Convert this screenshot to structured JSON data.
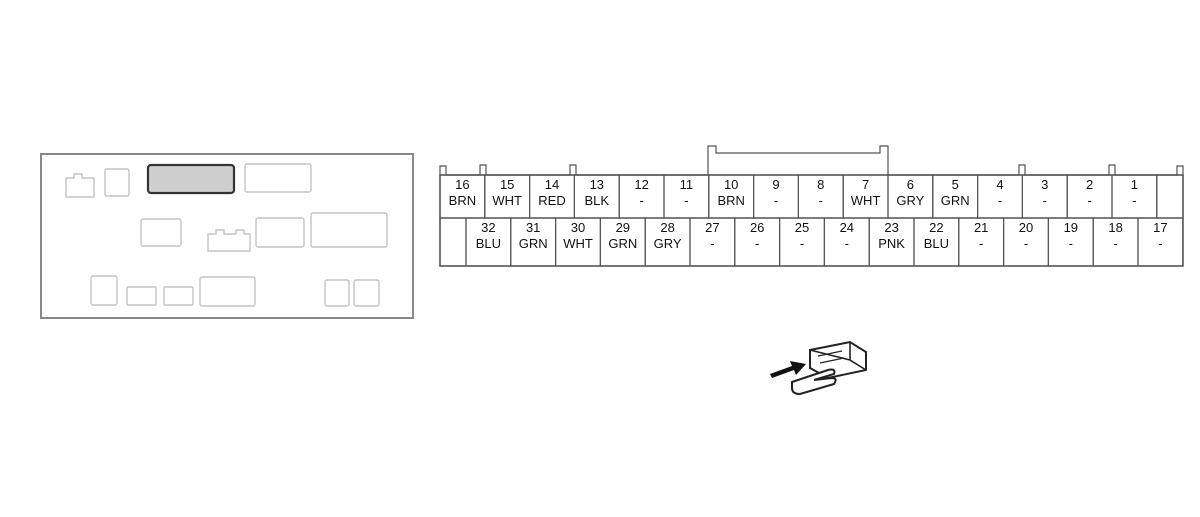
{
  "connector": {
    "top_row": [
      {
        "pin": "16",
        "color": "BRN"
      },
      {
        "pin": "15",
        "color": "WHT"
      },
      {
        "pin": "14",
        "color": "RED"
      },
      {
        "pin": "13",
        "color": "BLK"
      },
      {
        "pin": "12",
        "color": "-"
      },
      {
        "pin": "11",
        "color": "-"
      },
      {
        "pin": "10",
        "color": "BRN"
      },
      {
        "pin": "9",
        "color": "-"
      },
      {
        "pin": "8",
        "color": "-"
      },
      {
        "pin": "7",
        "color": "WHT"
      },
      {
        "pin": "6",
        "color": "GRY"
      },
      {
        "pin": "5",
        "color": "GRN"
      },
      {
        "pin": "4",
        "color": "-"
      },
      {
        "pin": "3",
        "color": "-"
      },
      {
        "pin": "2",
        "color": "-"
      },
      {
        "pin": "1",
        "color": "-"
      }
    ],
    "bottom_row": [
      {
        "pin": "32",
        "color": "BLU"
      },
      {
        "pin": "31",
        "color": "GRN"
      },
      {
        "pin": "30",
        "color": "WHT"
      },
      {
        "pin": "29",
        "color": "GRN"
      },
      {
        "pin": "28",
        "color": "GRY"
      },
      {
        "pin": "27",
        "color": "-"
      },
      {
        "pin": "26",
        "color": "-"
      },
      {
        "pin": "25",
        "color": "-"
      },
      {
        "pin": "24",
        "color": "-"
      },
      {
        "pin": "23",
        "color": "PNK"
      },
      {
        "pin": "22",
        "color": "BLU"
      },
      {
        "pin": "21",
        "color": "-"
      },
      {
        "pin": "20",
        "color": "-"
      },
      {
        "pin": "19",
        "color": "-"
      },
      {
        "pin": "18",
        "color": "-"
      },
      {
        "pin": "17",
        "color": "-"
      }
    ]
  },
  "locator": {
    "highlighted_connector_fill": "#cfcfcf",
    "outline_color": "#9a9a9a"
  },
  "icons": {
    "view_direction": "harness-side-view-icon"
  }
}
